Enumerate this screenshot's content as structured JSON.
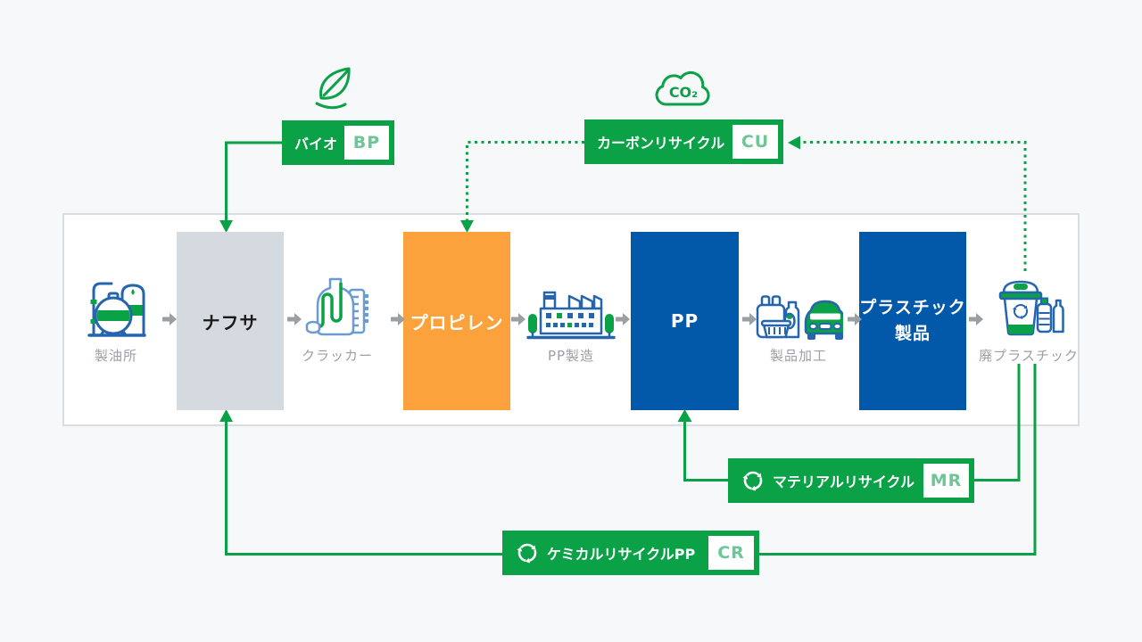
{
  "colors": {
    "green": "#0AA147",
    "blue_box": "#0359A9",
    "orange_box": "#FBA23C",
    "gray_box": "#D4DAE0",
    "badge_text_green": "#6CC695",
    "caption_gray": "#9AA0A6",
    "icon_outline_blue": "#2565AE"
  },
  "flow": {
    "nodes": [
      {
        "id": "refinery",
        "type": "icon",
        "icon": "refinery-icon",
        "label": "製油所"
      },
      {
        "id": "naphtha",
        "type": "box",
        "variant": "gray",
        "label": "ナフサ"
      },
      {
        "id": "cracker",
        "type": "icon",
        "icon": "cracker-icon",
        "label": "クラッカー"
      },
      {
        "id": "propylene",
        "type": "box",
        "variant": "orange",
        "label": "プロピレン"
      },
      {
        "id": "pp-manufacturing",
        "type": "icon",
        "icon": "factory-icon",
        "label": "PP製造"
      },
      {
        "id": "pp",
        "type": "box",
        "variant": "blue",
        "label": "PP"
      },
      {
        "id": "product-processing",
        "type": "icon",
        "icon": "goods-car-icon",
        "label": "製品加工"
      },
      {
        "id": "plastic-products",
        "type": "box",
        "variant": "blue",
        "label_lines": [
          "プラスチック",
          "製品"
        ]
      },
      {
        "id": "waste-plastic",
        "type": "icon",
        "icon": "recycle-bin-icon",
        "label": "廃プラスチック"
      }
    ]
  },
  "recycle_routes": {
    "bio": {
      "label": "バイオ",
      "code": "BP",
      "icon": "leaf-icon"
    },
    "carbon": {
      "label": "カーボンリサイクル",
      "code": "CU",
      "icon": "co2-cloud-icon",
      "co2_text": "CO₂"
    },
    "material": {
      "label": "マテリアルリサイクル",
      "code": "MR",
      "icon": "recycle-arrows-icon"
    },
    "chemical": {
      "label": "ケミカルリサイクルPP",
      "code": "CR",
      "icon": "recycle-arrows-icon"
    }
  }
}
